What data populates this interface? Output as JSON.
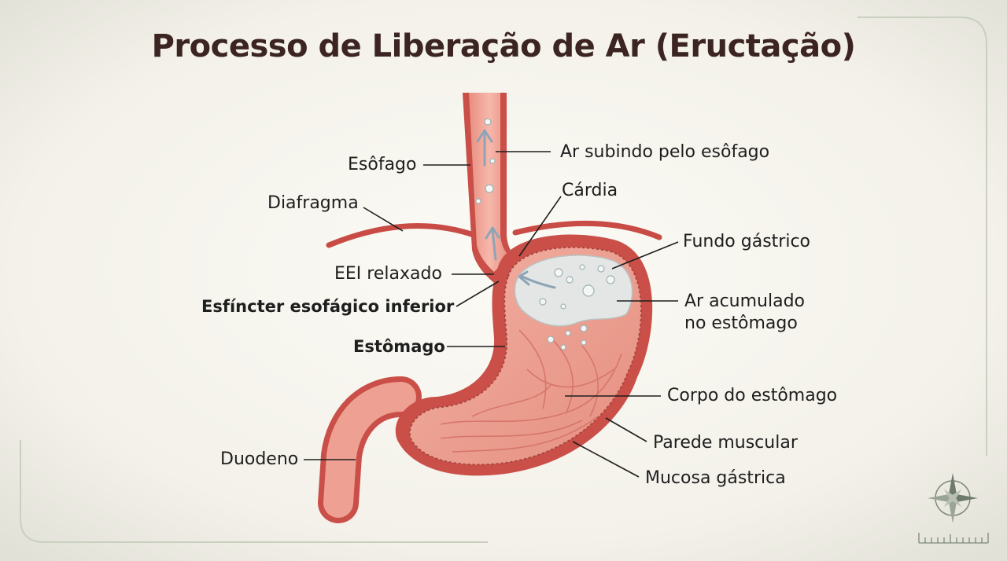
{
  "title": "Processo de Liberação de Ar (Eructação)",
  "labels": {
    "esofago": "Esôfago",
    "ar_subindo": "Ar subindo pelo esôfago",
    "diafragma": "Diafragma",
    "cardia": "Cárdia",
    "fundo": "Fundo gástrico",
    "eei": "EEI relaxado",
    "esfincter": "Esfíncter esofágico inferior",
    "ar_acumulado_1": "Ar acumulado",
    "ar_acumulado_2": "no estômago",
    "estomago": "Estômago",
    "corpo": "Corpo do estômago",
    "parede": "Parede muscular",
    "duodeno": "Duodeno",
    "mucosa": "Mucosa gástrica"
  },
  "icons": [
    "compass-rose-icon",
    "ruler-scale-icon"
  ],
  "colors": {
    "title": "#3b2421",
    "tissue_outer": "#c94f48",
    "tissue_inner": "#eea093",
    "air_bubble": "#dfe4e3",
    "background": "#f4f2ea"
  }
}
